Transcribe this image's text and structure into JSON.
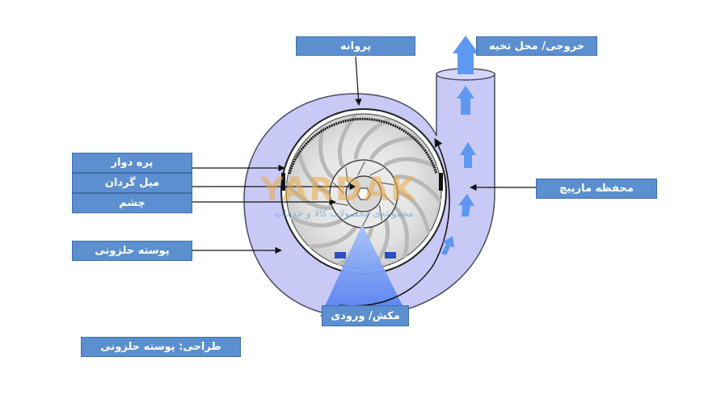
{
  "labels": {
    "impeller": "پروانه",
    "outlet": "خروجی/ محل تخیه",
    "vane": "پره دوار",
    "shaft": "میل گردان",
    "eye": "چشم",
    "volute_casing": "پوسته حلزونی",
    "spiral_housing": "محفظه مارپیچ",
    "suction": "مکش/ ورودی",
    "design": "طراحی: پوسته حلزونی"
  },
  "watermark": {
    "brand": "YARDAK",
    "tagline": "مجموعه‌ی محصولات کالا و خدمات"
  },
  "colors": {
    "label_fill": "#5b8fd0",
    "casing_fill": "#c9c9f5",
    "casing_stroke": "#4a4a60",
    "flow_arrow": "#5f98f0"
  }
}
